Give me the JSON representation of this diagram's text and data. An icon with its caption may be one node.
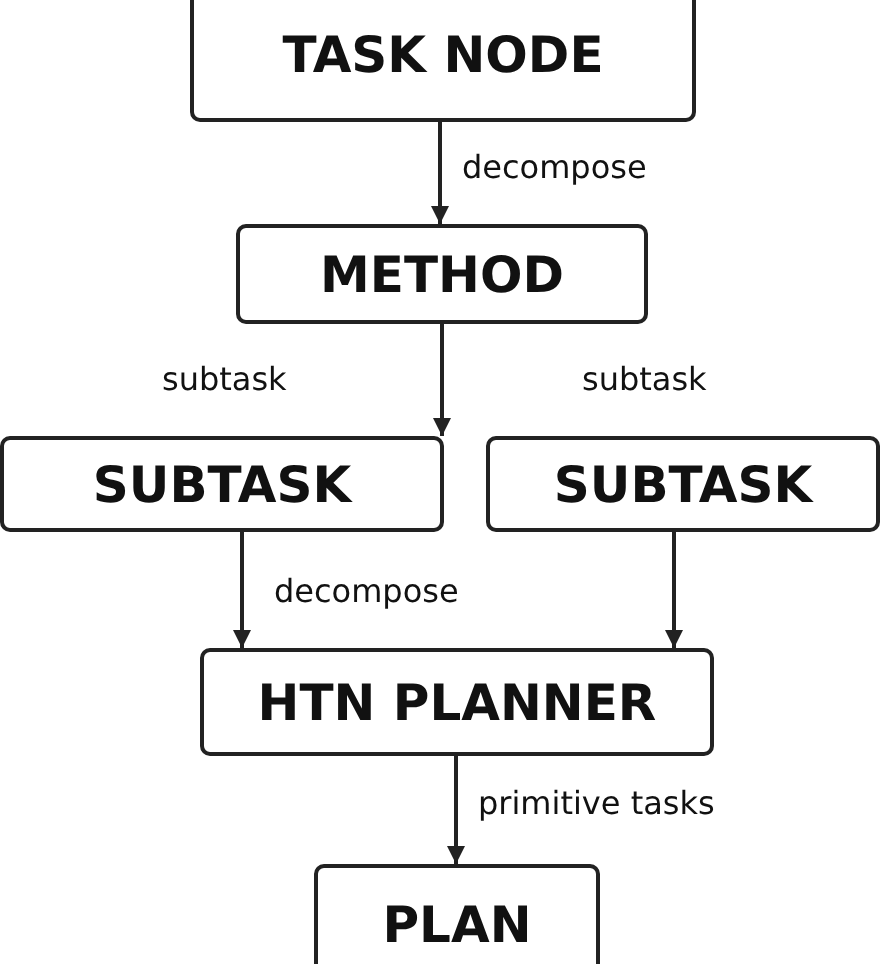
{
  "diagram": {
    "nodes": [
      {
        "text": [
          "TASK NODE"
        ]
      },
      {
        "text": [
          "METHOD"
        ]
      },
      {
        "text": [
          "SUBTASK"
        ]
      },
      {
        "text": [
          "SUBTASK"
        ]
      },
      {
        "text": [
          "HTN PLANNER"
        ]
      },
      {
        "text": [
          "PLAN"
        ]
      }
    ],
    "edges": [
      {
        "from": 0,
        "to": 1,
        "arrow": "to",
        "label": "decompose"
      },
      {
        "from": 1,
        "to": 2,
        "arrow": "to",
        "label": "subtask"
      },
      {
        "from": 2,
        "to": 4,
        "arrow": "to",
        "label": "decompose"
      },
      {
        "from": 3,
        "to": 4,
        "arrow": "to"
      },
      {
        "from": 4,
        "to": 5,
        "arrow": "to",
        "label": "primitive tasks"
      }
    ],
    "labels": [
      "subtask"
    ]
  }
}
